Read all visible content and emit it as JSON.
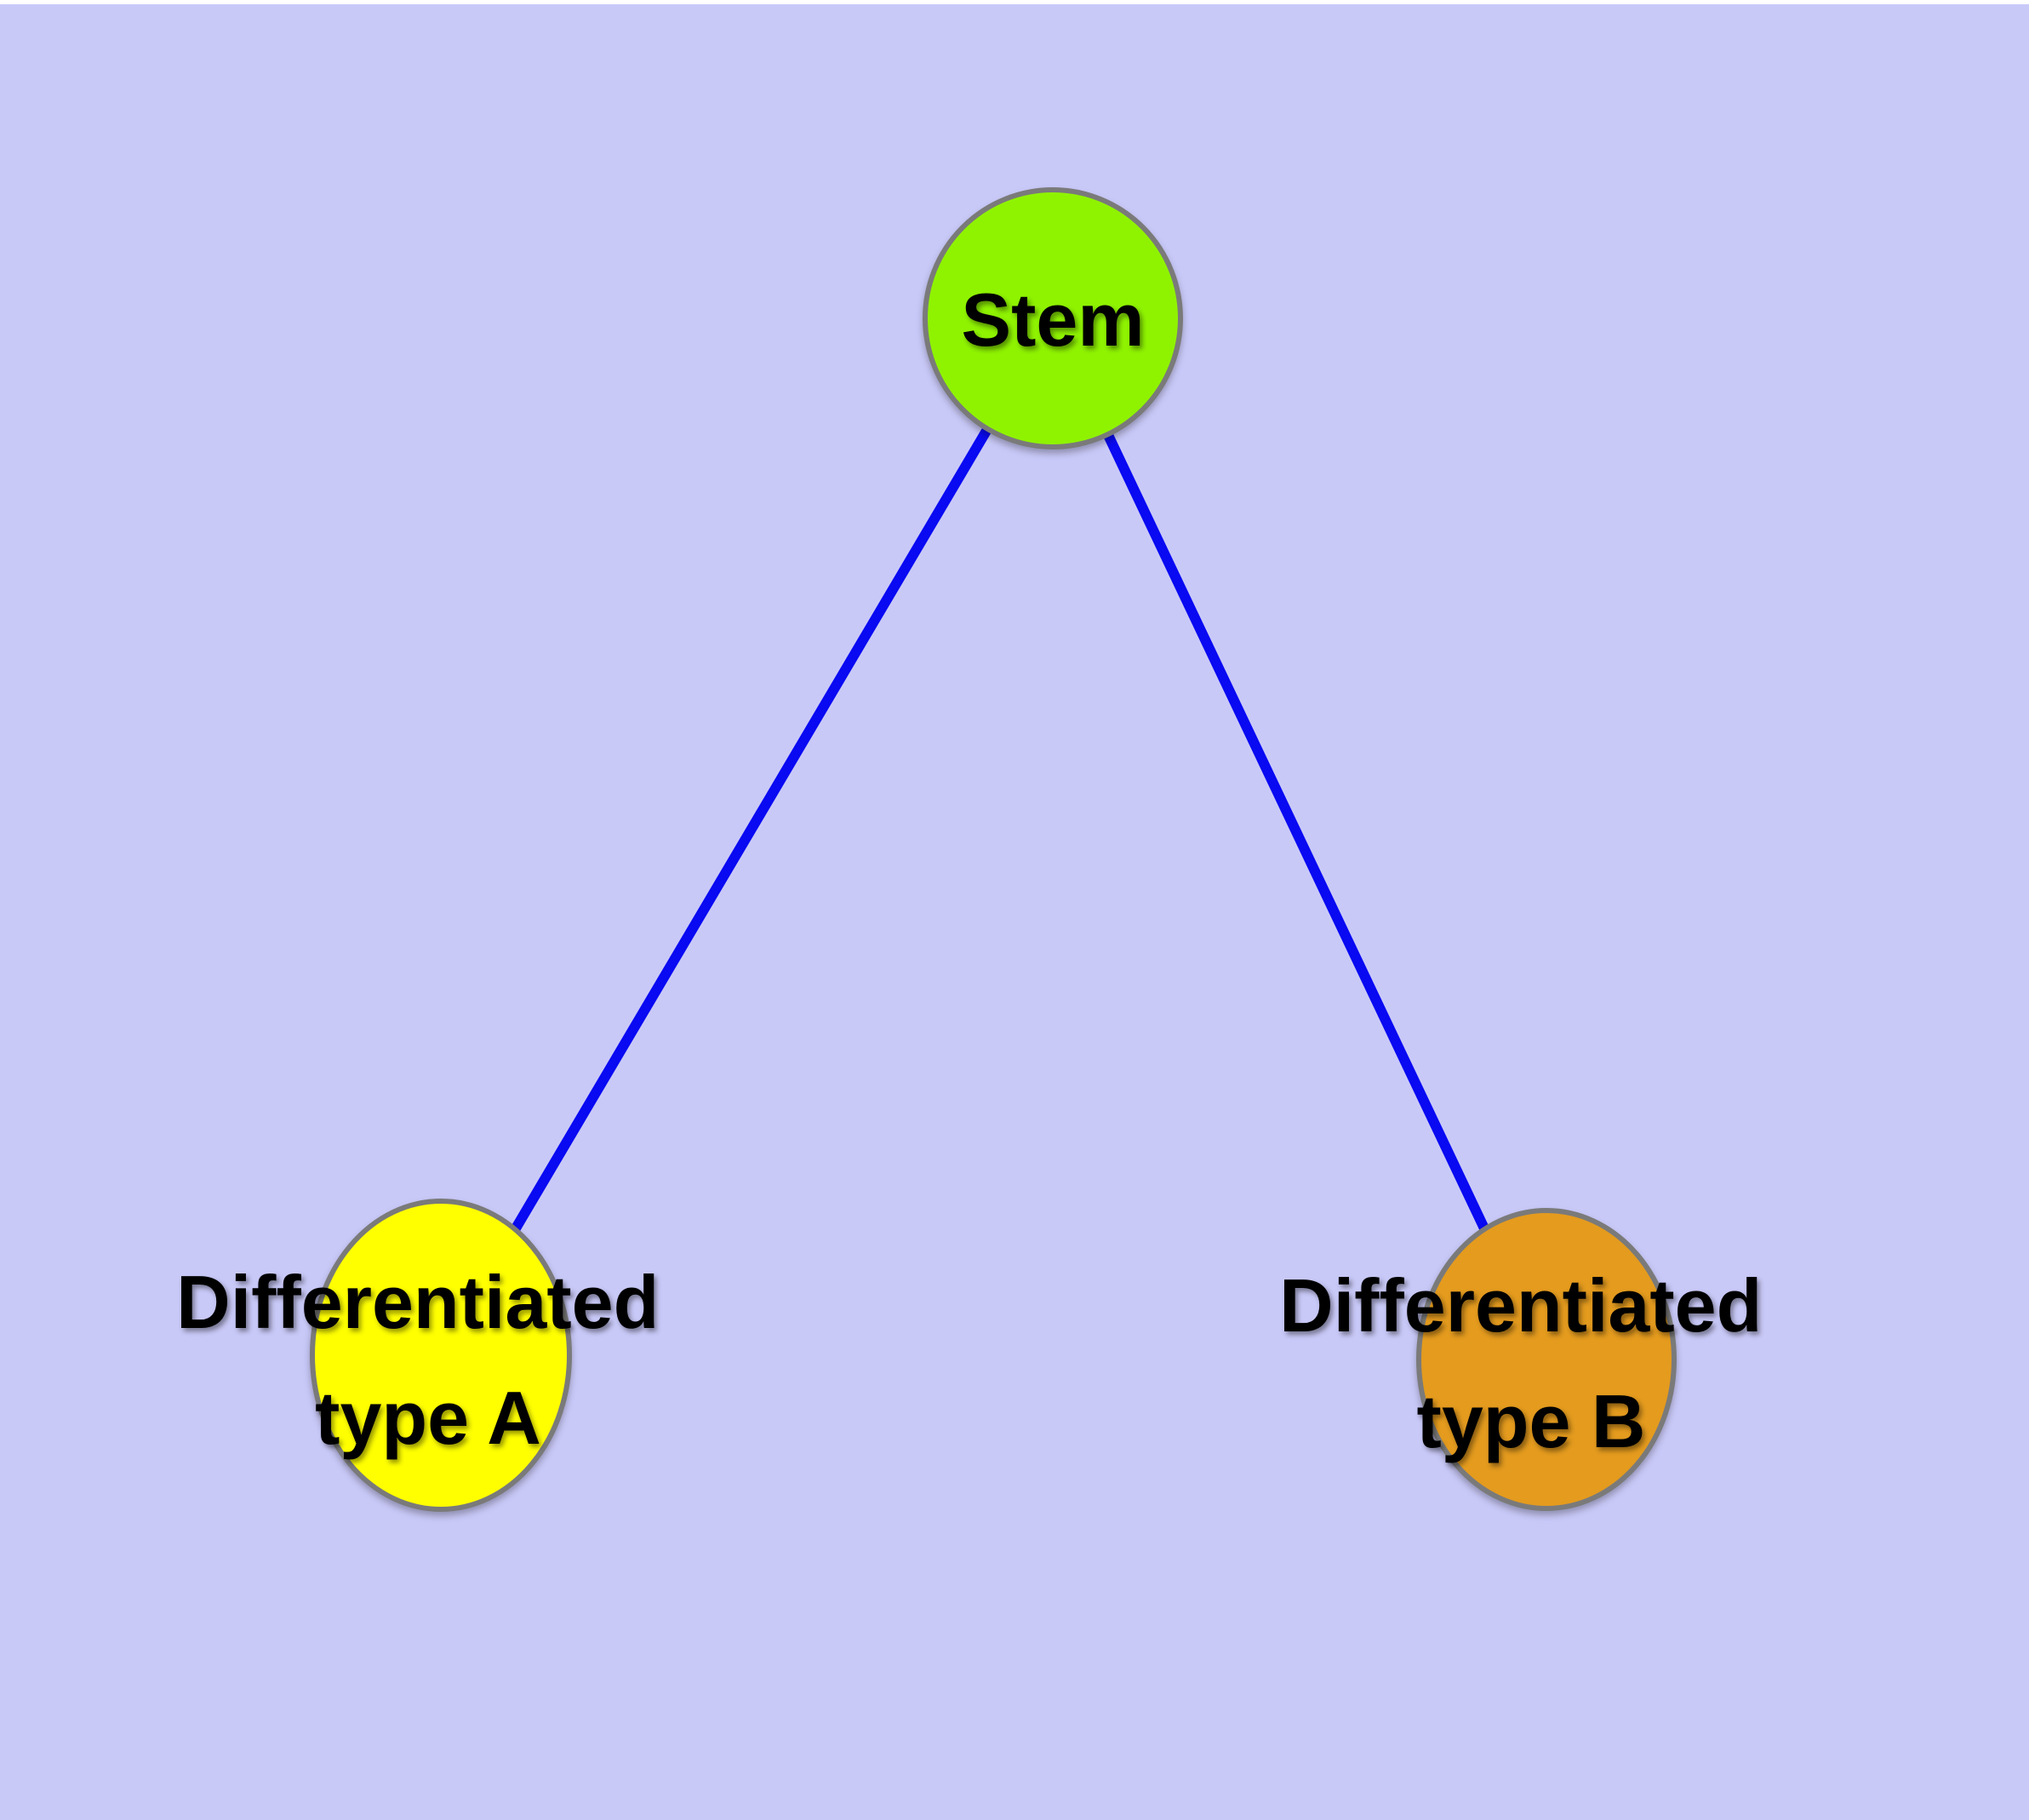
{
  "colors": {
    "background": "#c9c9f8",
    "top_margin": "#ffffff",
    "edge": "#0909f2",
    "node_border": "#7a7a7a",
    "label_text": "#000000"
  },
  "nodes": {
    "stem": {
      "label": "Stem",
      "fill": "#8ff300"
    },
    "type_a": {
      "label_line1": "Differentiated",
      "label_line2": "type A",
      "fill": "#ffff00"
    },
    "type_b": {
      "label_line1": "Differentiated",
      "label_line2": "type B",
      "fill": "#e49b1e"
    }
  },
  "edges": [
    {
      "from": "stem",
      "to": "type_a"
    },
    {
      "from": "stem",
      "to": "type_b"
    }
  ]
}
